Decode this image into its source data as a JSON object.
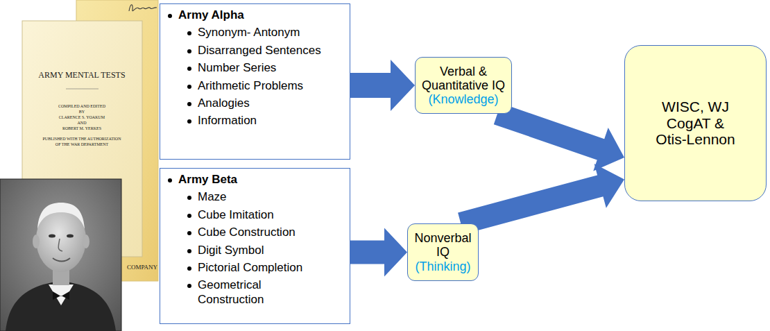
{
  "diagram": {
    "nodes": [
      {
        "text": [
          "Army Alpha",
          "Synonym- Antonym",
          "Disarranged Sentences",
          "Number Series",
          "Arithmetic Problems",
          "Analogies",
          "Information"
        ]
      },
      {
        "text": [
          "Army Beta",
          "Maze",
          "Cube Imitation",
          "Cube Construction",
          "Digit Symbol",
          "Pictorial Completion",
          "Geometrical Construction"
        ]
      },
      {
        "text": [
          "Verbal & Quantitative IQ",
          "(Knowledge)"
        ]
      },
      {
        "text": [
          "Nonverbal IQ",
          "(Thinking)"
        ]
      },
      {
        "text": [
          "WISC, WJ CogAT & Otis-Lennon"
        ]
      }
    ],
    "edges": [
      {
        "from": 0,
        "to": 2,
        "arrow": "to"
      },
      {
        "from": 1,
        "to": 3,
        "arrow": "to"
      },
      {
        "from": 2,
        "to": 4,
        "arrow": "to"
      },
      {
        "from": 3,
        "to": 4,
        "arrow": "to"
      }
    ],
    "labels": [
      "ARMY MENTAL TESTS",
      "COMPILED AND EDITED",
      "BY",
      "CLARENCE S. YOAKUM",
      "AND",
      "ROBERT M. YERKES",
      "PUBLISHED WITH THE AUTHORIZATION",
      "OF THE WAR DEPARTMENT",
      "COMPANY"
    ]
  }
}
